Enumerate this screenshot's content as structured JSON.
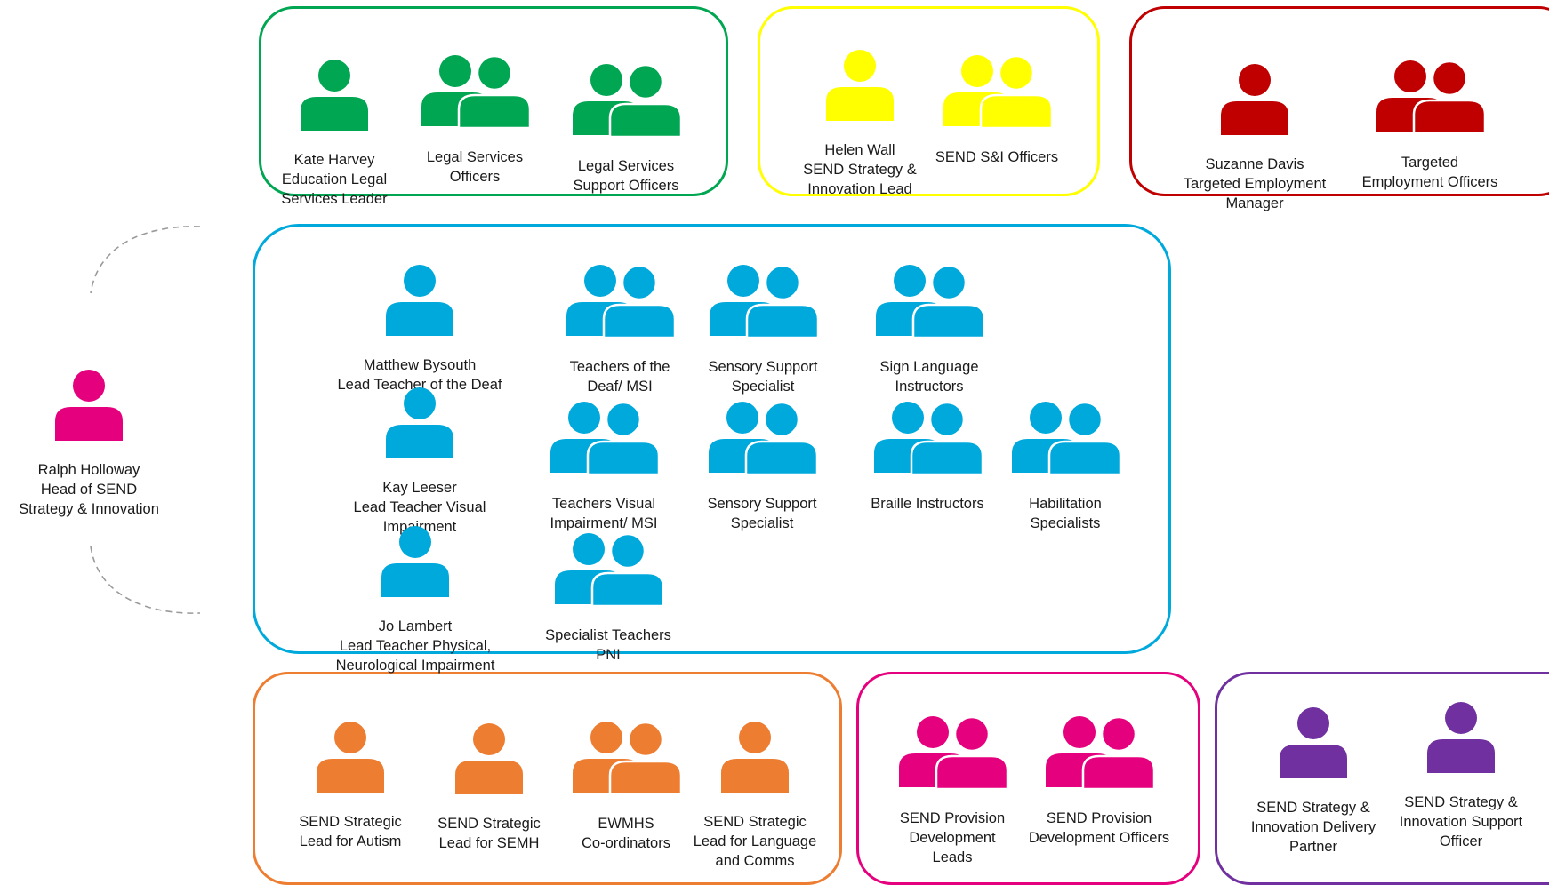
{
  "colors": {
    "green": "#00a651",
    "yellow": "#ffff00",
    "red": "#c00000",
    "blue": "#00a9dc",
    "pink": "#e5007e",
    "orange": "#ed7d31",
    "purple": "#7030a0"
  },
  "head": {
    "label": "Ralph Holloway\nHead of SEND\nStrategy & Innovation",
    "icon": "person-icon"
  },
  "legal_group": {
    "nodes": [
      {
        "label": "Kate Harvey\nEducation Legal\nServices Leader",
        "icon": "person-icon"
      },
      {
        "label": "Legal Services\nOfficers",
        "icon": "group-icon"
      },
      {
        "label": "Legal Services\nSupport Officers",
        "icon": "group-icon"
      }
    ]
  },
  "strategy_group": {
    "nodes": [
      {
        "label": "Helen Wall\nSEND Strategy &\nInnovation Lead",
        "icon": "person-icon"
      },
      {
        "label": "SEND S&I Officers",
        "icon": "group-icon"
      }
    ]
  },
  "employment_group": {
    "nodes": [
      {
        "label": "Suzanne Davis\nTargeted Employment\nManager",
        "icon": "person-icon"
      },
      {
        "label": "Targeted\nEmployment Officers",
        "icon": "group-icon"
      }
    ]
  },
  "sensory_group": {
    "nodes": [
      {
        "label": "Matthew Bysouth\nLead Teacher of the Deaf",
        "icon": "person-icon"
      },
      {
        "label": "Teachers of the\nDeaf/ MSI",
        "icon": "group-icon"
      },
      {
        "label": "Sensory Support\nSpecialist",
        "icon": "group-icon"
      },
      {
        "label": "Sign Language\nInstructors",
        "icon": "group-icon"
      },
      {
        "label": "Kay Leeser\nLead Teacher Visual\nImpairment",
        "icon": "person-icon"
      },
      {
        "label": "Teachers Visual\nImpairment/ MSI",
        "icon": "group-icon"
      },
      {
        "label": "Sensory Support\nSpecialist",
        "icon": "group-icon"
      },
      {
        "label": "Braille Instructors",
        "icon": "group-icon"
      },
      {
        "label": "Habilitation\nSpecialists",
        "icon": "group-icon"
      },
      {
        "label": "Jo Lambert\nLead Teacher Physical,\nNeurological Impairment",
        "icon": "person-icon"
      },
      {
        "label": "Specialist Teachers\nPNI",
        "icon": "group-icon"
      }
    ]
  },
  "strategic_leads_group": {
    "nodes": [
      {
        "label": "SEND Strategic\nLead for Autism",
        "icon": "person-icon"
      },
      {
        "label": "SEND Strategic\nLead for SEMH",
        "icon": "person-icon"
      },
      {
        "label": "EWMHS\nCo-ordinators",
        "icon": "group-icon"
      },
      {
        "label": "SEND Strategic\nLead for Language\nand Comms",
        "icon": "person-icon"
      }
    ]
  },
  "provision_group": {
    "nodes": [
      {
        "label": "SEND Provision\nDevelopment\nLeads",
        "icon": "group-icon"
      },
      {
        "label": "SEND Provision\nDevelopment Officers",
        "icon": "group-icon"
      }
    ]
  },
  "delivery_group": {
    "nodes": [
      {
        "label": "SEND Strategy &\nInnovation Delivery\nPartner",
        "icon": "person-icon"
      },
      {
        "label": "SEND Strategy &\nInnovation Support\nOfficer",
        "icon": "person-icon"
      }
    ]
  }
}
